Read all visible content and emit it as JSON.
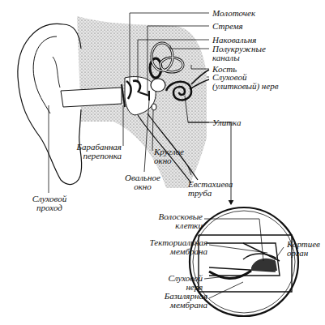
{
  "diagram": {
    "labels": [
      "Молоточек",
      "Стремя",
      "Наковальня",
      "Полукружные каналы",
      "Кость",
      "Слуховой (улитковый) нерв",
      "Улитка",
      "Барабанная перепонка",
      "Круглое окно",
      "Овальное окно",
      "Евстахиева труба",
      "Слуховой проход",
      "Волосковые клетки",
      "Текториальная мембрана",
      "Кортиев орган",
      "Слуховой нерв",
      "Базилярная мембрана"
    ]
  }
}
